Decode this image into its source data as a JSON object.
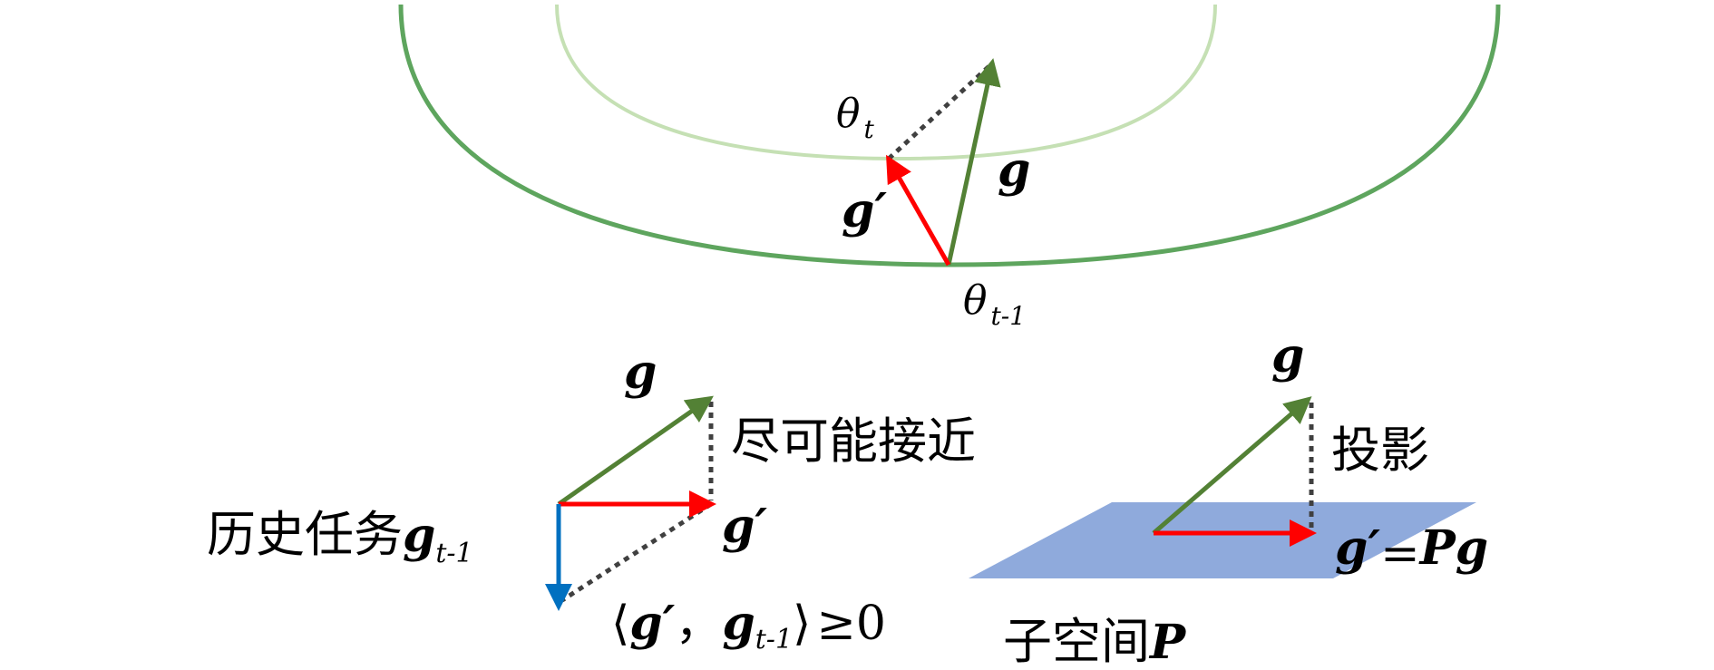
{
  "top": {
    "theta_t_symbol": "θ",
    "theta_t_sub": "t",
    "theta_prev_symbol": "θ",
    "theta_prev_sub": "t-1",
    "g_label": "g",
    "gprime_label": "g′"
  },
  "left_panel": {
    "g_label": "g",
    "approach_text": "尽可能接近",
    "gprime_label": "g′",
    "history_text": "历史任务",
    "g_hist_symbol": "g",
    "g_hist_sub": "t-1",
    "inner_product_open": "⟨",
    "inner_product_g": "g′",
    "inner_product_comma": "，",
    "inner_product_g2": "g",
    "inner_product_g2_sub": "t-1",
    "inner_product_close": "⟩",
    "inner_product_rel": "≥0"
  },
  "right_panel": {
    "g_label": "g",
    "projection_text": "投影",
    "gprime_eq_lhs": "g′",
    "gprime_eq_sign": "=",
    "gprime_eq_rhs": "Pg",
    "subspace_text": "子空间",
    "subspace_symbol": "P"
  },
  "colors": {
    "outer_arc": "#5ea55e",
    "inner_arc": "#c5e0b4",
    "g_arrow": "#538135",
    "gprime_arrow": "#ff0000",
    "history_arrow": "#0070c0",
    "dotted": "#404040",
    "plane": "#8faadc"
  }
}
